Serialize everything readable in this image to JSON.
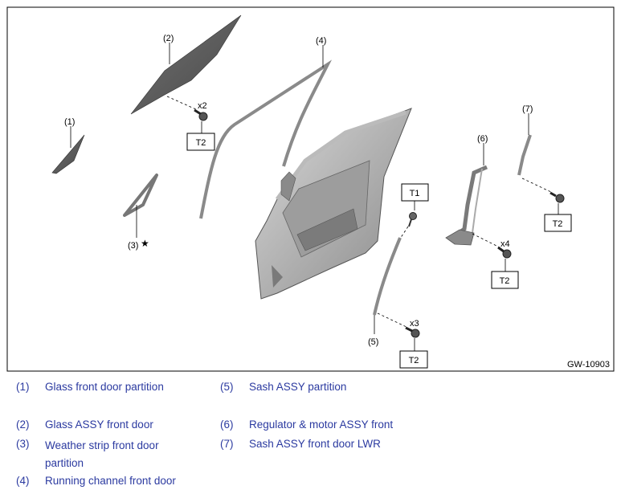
{
  "diagram": {
    "figure_id": "GW-10903",
    "callouts": {
      "c1": "(1)",
      "c2": "(2)",
      "c3": "(3)",
      "c3_mark": "★",
      "c4": "(4)",
      "c5": "(5)",
      "c6": "(6)",
      "c7": "(7)"
    },
    "quantities": {
      "glass_bolts": "x2",
      "sash_bolts": "x3",
      "regulator_bolts": "x4"
    },
    "torque_tags": {
      "t2_glass": "T2",
      "t1_sash": "T1",
      "t2_sash": "T2",
      "t2_regulator": "T2",
      "t2_lwr": "T2"
    }
  },
  "legend": [
    {
      "num": "(1)",
      "label": "Glass front door partition"
    },
    {
      "num": "(2)",
      "label": "Glass ASSY front door"
    },
    {
      "num": "(3)",
      "label": "Weather strip front door partition"
    },
    {
      "num": "(4)",
      "label": "Running channel front door"
    },
    {
      "num": "(5)",
      "label": "Sash ASSY partition"
    },
    {
      "num": "(6)",
      "label": "Regulator & motor ASSY front"
    },
    {
      "num": "(7)",
      "label": "Sash ASSY front door LWR"
    }
  ]
}
